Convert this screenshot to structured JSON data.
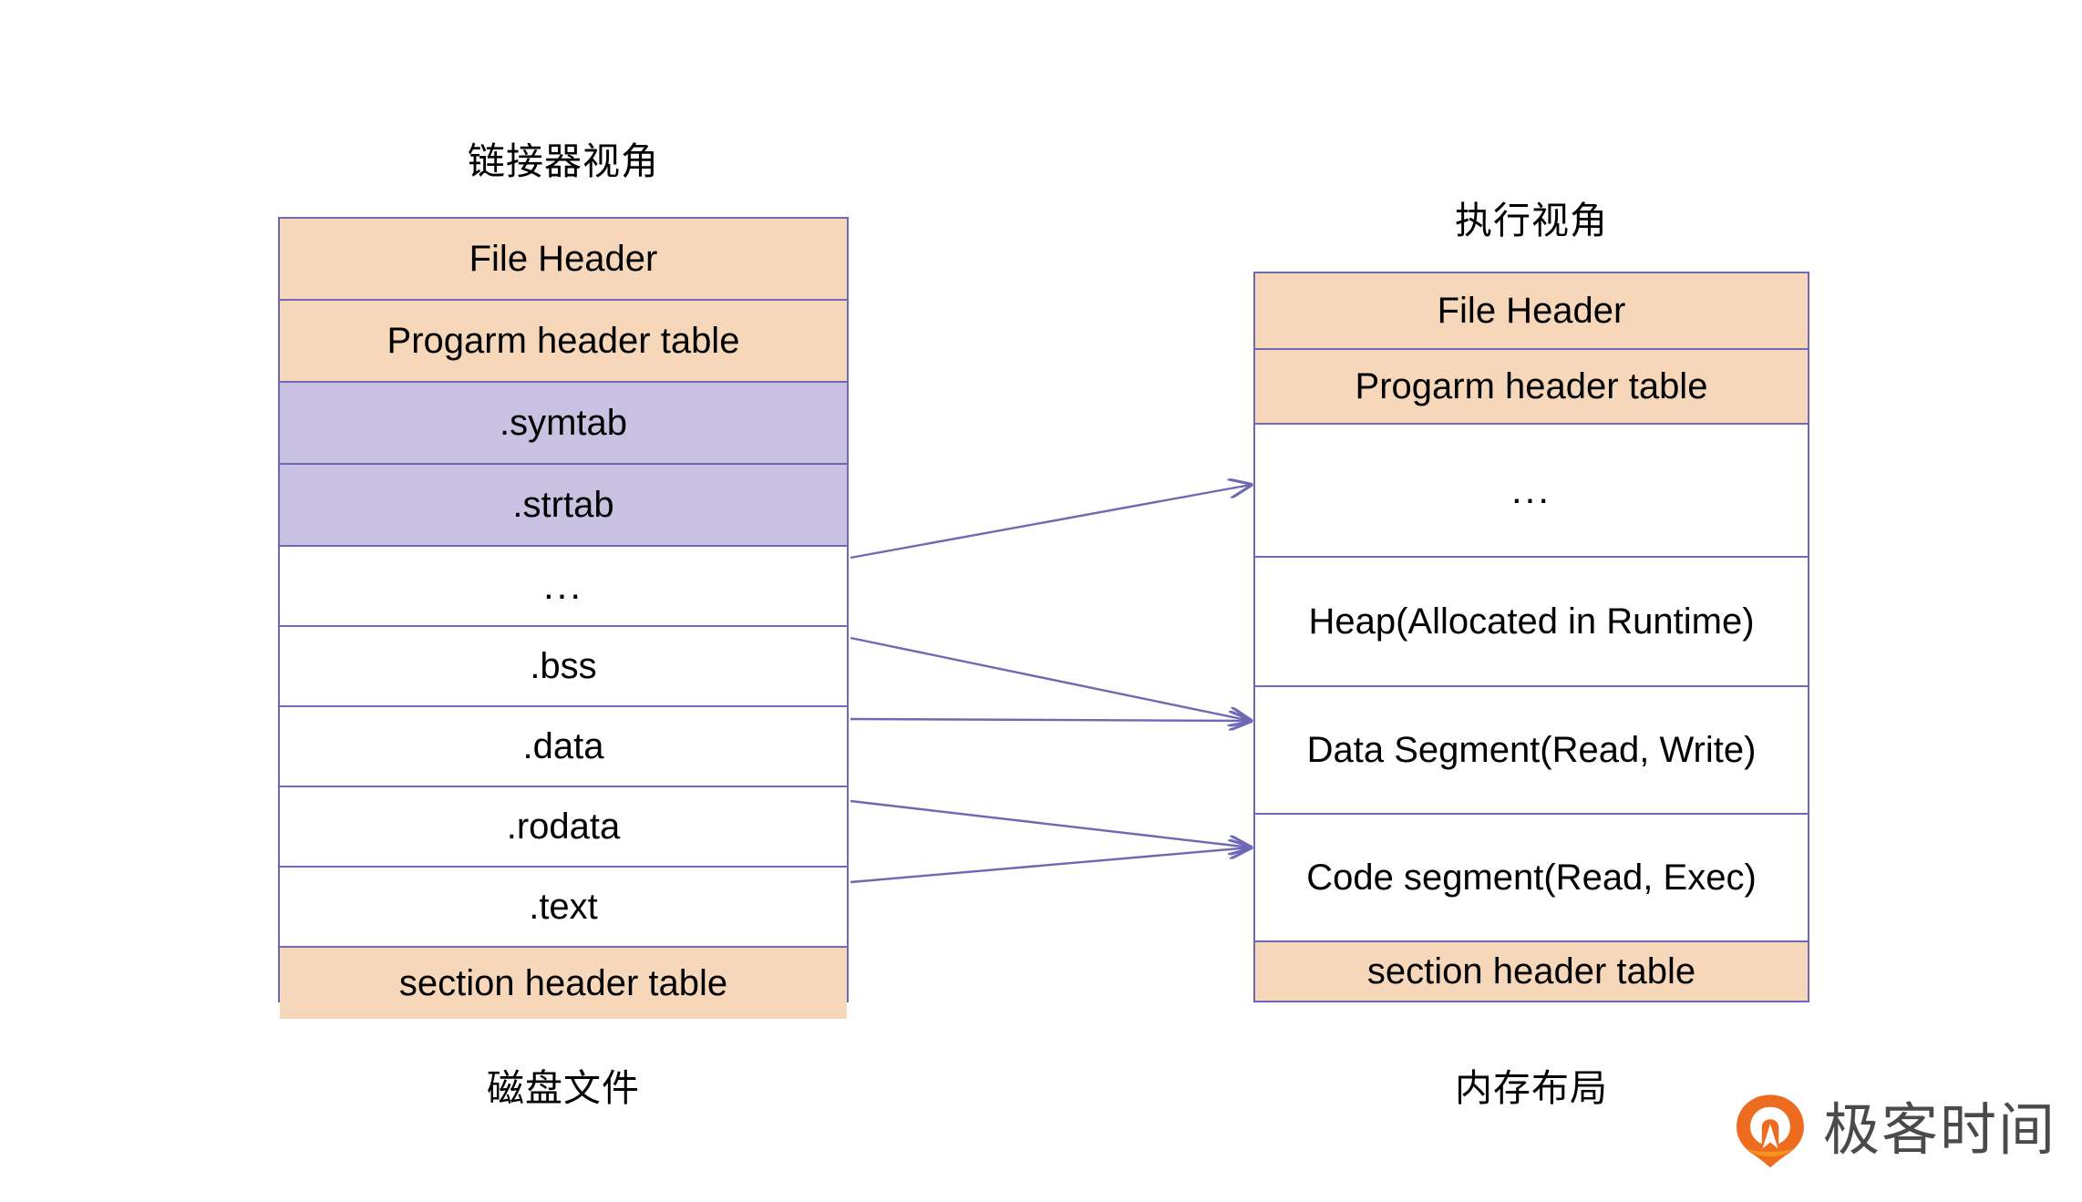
{
  "left_panel": {
    "title": "链接器视角",
    "caption": "磁盘文件",
    "rows": [
      {
        "label": "File Header",
        "fill": "peach"
      },
      {
        "label": "Progarm header table",
        "fill": "peach"
      },
      {
        "label": ".symtab",
        "fill": "lilac"
      },
      {
        "label": ".strtab",
        "fill": "lilac"
      },
      {
        "label": "...",
        "fill": "plain"
      },
      {
        "label": ".bss",
        "fill": "plain"
      },
      {
        "label": ".data",
        "fill": "plain"
      },
      {
        "label": ".rodata",
        "fill": "plain"
      },
      {
        "label": ".text",
        "fill": "plain"
      },
      {
        "label": "section header table",
        "fill": "peach"
      }
    ]
  },
  "right_panel": {
    "title": "执行视角",
    "caption": "内存布局",
    "rows": [
      {
        "label": "File Header",
        "fill": "peach"
      },
      {
        "label": "Progarm header table",
        "fill": "peach"
      },
      {
        "label": "...",
        "fill": "plain"
      },
      {
        "label": "Heap(Allocated in Runtime)",
        "fill": "plain"
      },
      {
        "label": "Data Segment(Read, Write)",
        "fill": "plain"
      },
      {
        "label": "Code segment(Read, Exec)",
        "fill": "plain"
      },
      {
        "label": "section header table",
        "fill": "peach"
      }
    ]
  },
  "mappings": [
    {
      "from": "...",
      "to": "..."
    },
    {
      "from": ".bss",
      "to": "Data Segment(Read, Write)"
    },
    {
      "from": ".data",
      "to": "Data Segment(Read, Write)"
    },
    {
      "from": ".rodata",
      "to": "Code segment(Read, Exec)"
    },
    {
      "from": ".text",
      "to": "Code segment(Read, Exec)"
    }
  ],
  "brand": {
    "name": "极客时间",
    "mark": "geek-time-logo-icon"
  },
  "colors": {
    "header_fill": "#f6d7ba",
    "symbol_fill": "#c9c1e1",
    "plain_fill": "#ffffff",
    "stroke": "#6f68b5",
    "text": "#000000",
    "brand_orange": "#ed6c1f",
    "brand_gray": "#4a4a4a"
  }
}
